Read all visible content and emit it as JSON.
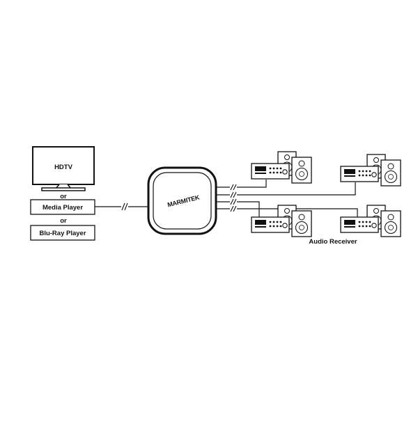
{
  "diagram": {
    "source": {
      "hdtv_label": "HDTV",
      "or_1": "or",
      "media_player_label": "Media Player",
      "or_2": "or",
      "bluray_label": "Blu-Ray Player"
    },
    "hub": {
      "brand": "MARMITEK"
    },
    "receivers": {
      "label": "Audio Receiver",
      "count": 4
    },
    "colors": {
      "line": "#111111",
      "background": "#ffffff"
    }
  }
}
